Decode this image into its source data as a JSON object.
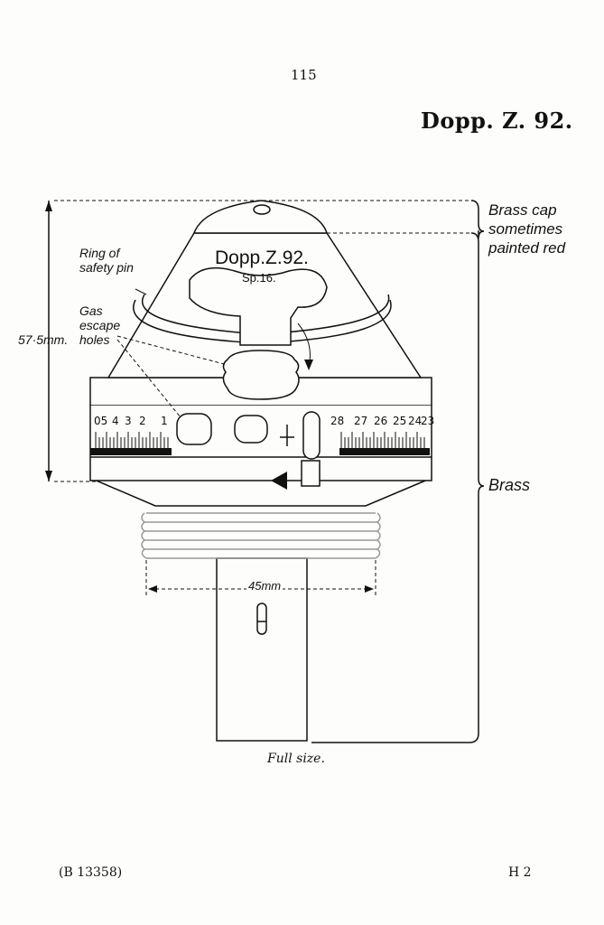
{
  "page_number": "115",
  "title": "Dopp. Z. 92.",
  "caption": "Full size.",
  "footer": {
    "reference": "(B 13358)",
    "signature": "H 2"
  },
  "labels": {
    "brass_cap": [
      "Brass cap",
      "sometimes",
      "painted red"
    ],
    "brass": "Brass",
    "ring_of_safety_pin": [
      "Ring of",
      "safety pin"
    ],
    "gas_escape_holes": [
      "Gas",
      "escape",
      "holes"
    ],
    "height_dimension": "57·5mm.",
    "width_dimension": "45mm"
  },
  "fuze_markings": {
    "name": "Dopp.Z.92.",
    "subname": "Sp.16."
  },
  "time_scale": {
    "left_numbers": [
      "05",
      "4",
      "3",
      "2",
      "1"
    ],
    "right_numbers": [
      "28",
      "27",
      "26",
      "25",
      "24",
      "23"
    ]
  },
  "icons": {
    "safety_pin": "ring-icon",
    "arrow": "pointer-arrow-icon"
  }
}
